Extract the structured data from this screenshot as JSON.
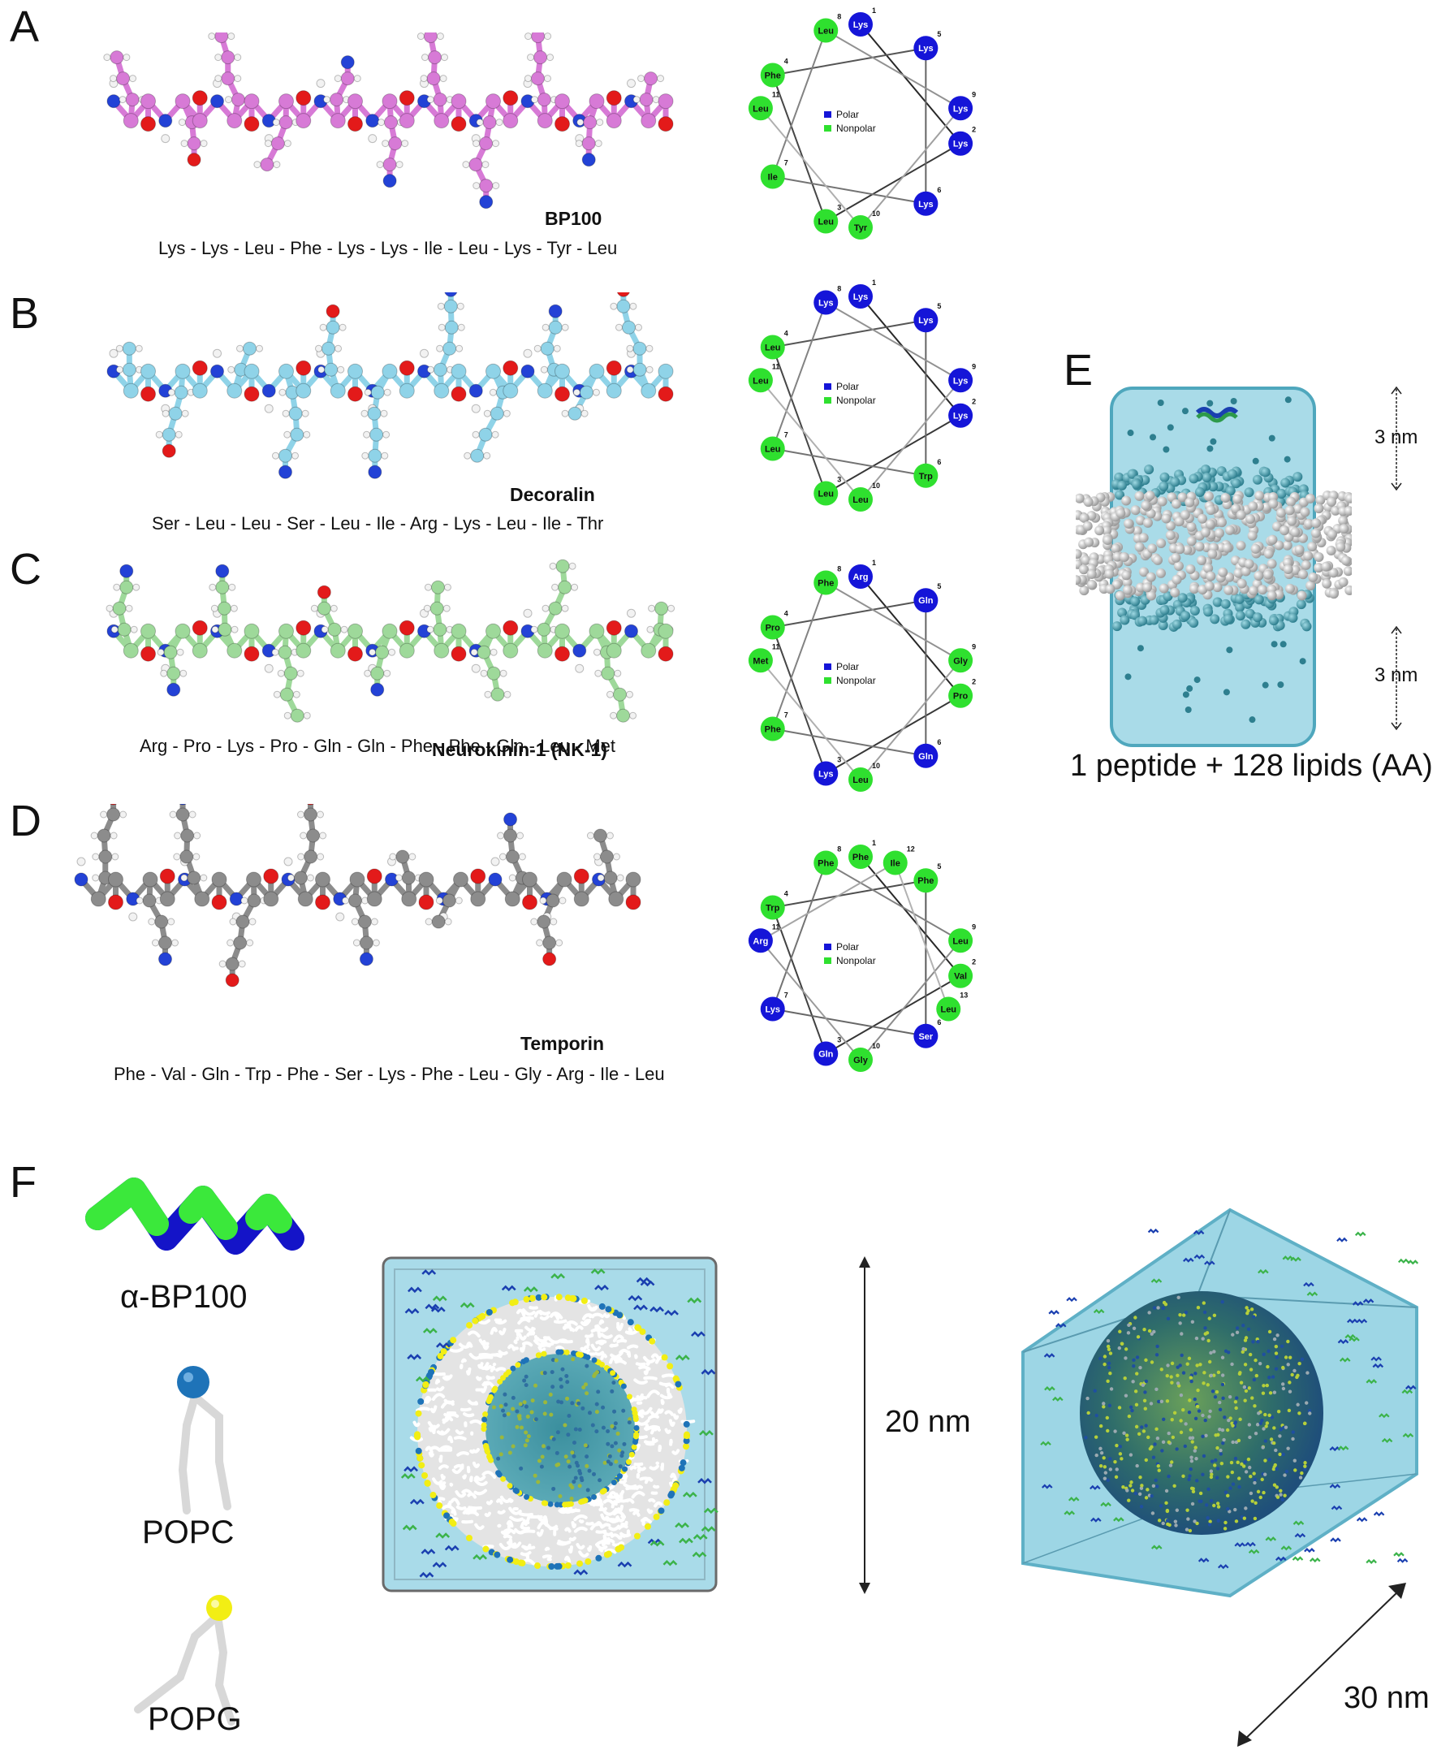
{
  "panels": {
    "A": {
      "letter": "A",
      "name": "BP100",
      "sequence": "Lys - Lys - Leu - Phe - Lys - Lys - Ile - Leu - Lys - Tyr - Leu",
      "carbon_color": "#d77ad6",
      "wheel": {
        "residues": [
          {
            "n": "1",
            "aa": "Lys",
            "type": "polar"
          },
          {
            "n": "2",
            "aa": "Lys",
            "type": "polar"
          },
          {
            "n": "3",
            "aa": "Leu",
            "type": "nonpolar"
          },
          {
            "n": "4",
            "aa": "Phe",
            "type": "nonpolar"
          },
          {
            "n": "5",
            "aa": "Lys",
            "type": "polar"
          },
          {
            "n": "6",
            "aa": "Lys",
            "type": "polar"
          },
          {
            "n": "7",
            "aa": "Ile",
            "type": "nonpolar"
          },
          {
            "n": "8",
            "aa": "Leu",
            "type": "nonpolar"
          },
          {
            "n": "9",
            "aa": "Lys",
            "type": "polar"
          },
          {
            "n": "10",
            "aa": "Tyr",
            "type": "nonpolar"
          },
          {
            "n": "11",
            "aa": "Leu",
            "type": "nonpolar"
          }
        ]
      }
    },
    "B": {
      "letter": "B",
      "name": "Decoralin",
      "sequence": "Ser - Leu - Leu - Ser - Leu - Ile - Arg - Lys - Leu - Ile - Thr",
      "carbon_color": "#8fd3e8",
      "wheel": {
        "residues": [
          {
            "n": "1",
            "aa": "Lys",
            "type": "polar"
          },
          {
            "n": "2",
            "aa": "Lys",
            "type": "polar"
          },
          {
            "n": "3",
            "aa": "Leu",
            "type": "nonpolar"
          },
          {
            "n": "4",
            "aa": "Leu",
            "type": "nonpolar"
          },
          {
            "n": "5",
            "aa": "Lys",
            "type": "polar"
          },
          {
            "n": "6",
            "aa": "Trp",
            "type": "nonpolar"
          },
          {
            "n": "7",
            "aa": "Leu",
            "type": "nonpolar"
          },
          {
            "n": "8",
            "aa": "Lys",
            "type": "polar"
          },
          {
            "n": "9",
            "aa": "Lys",
            "type": "polar"
          },
          {
            "n": "10",
            "aa": "Leu",
            "type": "nonpolar"
          },
          {
            "n": "11",
            "aa": "Leu",
            "type": "nonpolar"
          }
        ]
      }
    },
    "C": {
      "letter": "C",
      "name": "Neurokinin-1 (NK-1)",
      "sequence": "Arg - Pro - Lys - Pro - Gln - Gln - Phe - Phe - Gln - Leu - Met",
      "carbon_color": "#9ed99a",
      "wheel": {
        "residues": [
          {
            "n": "1",
            "aa": "Arg",
            "type": "polar"
          },
          {
            "n": "2",
            "aa": "Pro",
            "type": "nonpolar"
          },
          {
            "n": "3",
            "aa": "Lys",
            "type": "polar"
          },
          {
            "n": "4",
            "aa": "Pro",
            "type": "nonpolar"
          },
          {
            "n": "5",
            "aa": "Gln",
            "type": "polar"
          },
          {
            "n": "6",
            "aa": "Gln",
            "type": "polar"
          },
          {
            "n": "7",
            "aa": "Phe",
            "type": "nonpolar"
          },
          {
            "n": "8",
            "aa": "Phe",
            "type": "nonpolar"
          },
          {
            "n": "9",
            "aa": "Gly",
            "type": "nonpolar"
          },
          {
            "n": "10",
            "aa": "Leu",
            "type": "nonpolar"
          },
          {
            "n": "11",
            "aa": "Met",
            "type": "nonpolar"
          }
        ]
      }
    },
    "D": {
      "letter": "D",
      "name": "Temporin",
      "sequence": "Phe - Val - Gln - Trp - Phe - Ser - Lys - Phe - Leu - Gly - Arg - Ile - Leu",
      "carbon_color": "#8c8c8c",
      "wheel": {
        "residues": [
          {
            "n": "1",
            "aa": "Phe",
            "type": "nonpolar"
          },
          {
            "n": "2",
            "aa": "Val",
            "type": "nonpolar"
          },
          {
            "n": "3",
            "aa": "Gln",
            "type": "polar"
          },
          {
            "n": "4",
            "aa": "Trp",
            "type": "nonpolar"
          },
          {
            "n": "5",
            "aa": "Phe",
            "type": "nonpolar"
          },
          {
            "n": "6",
            "aa": "Ser",
            "type": "polar"
          },
          {
            "n": "7",
            "aa": "Lys",
            "type": "polar"
          },
          {
            "n": "8",
            "aa": "Phe",
            "type": "nonpolar"
          },
          {
            "n": "9",
            "aa": "Leu",
            "type": "nonpolar"
          },
          {
            "n": "10",
            "aa": "Gly",
            "type": "nonpolar"
          },
          {
            "n": "11",
            "aa": "Arg",
            "type": "polar"
          },
          {
            "n": "12",
            "aa": "Ile",
            "type": "nonpolar"
          },
          {
            "n": "13",
            "aa": "Leu",
            "type": "nonpolar"
          }
        ]
      }
    }
  },
  "legend": {
    "polar": "Polar",
    "nonpolar": "Nonpolar"
  },
  "colors": {
    "polar": "#1515d8",
    "nonpolar": "#2fe02f",
    "water": "#8ccfe0",
    "water_edge": "#5fb0c6",
    "lipid": "#eeeeee",
    "headgroup_pc": "#1e73b8",
    "headgroup_pg": "#f2ee14"
  },
  "panel_E": {
    "letter": "E",
    "caption": "1 peptide + 128 lipids (AA)",
    "top_dim": "3 nm",
    "bottom_dim": "3 nm"
  },
  "panel_F": {
    "letter": "F",
    "peptide_label": "α-BP100",
    "popc_label": "POPC",
    "popg_label": "POPG",
    "dim_20": "20 nm",
    "dim_30": "30 nm"
  }
}
